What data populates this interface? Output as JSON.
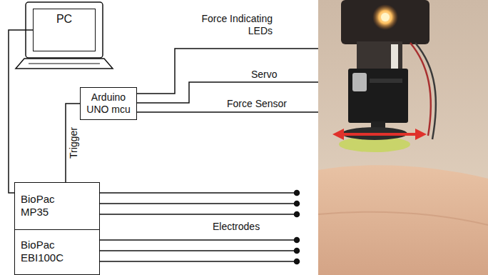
{
  "diagram": {
    "nodes": [
      {
        "text": [
          "PC"
        ]
      },
      {
        "text": [
          "Arduino UNO mcu"
        ]
      },
      {
        "text": [
          "BioPac MP35"
        ]
      },
      {
        "text": [
          "BioPac EBI100C"
        ]
      }
    ],
    "edges": [
      {
        "from": 0,
        "to": 2,
        "arrow": "none"
      },
      {
        "from": 1,
        "to": 2,
        "label": "Trigger",
        "arrow": "none"
      }
    ],
    "labels": [
      "Force Indicating LEDs",
      "Servo",
      "Force Sensor",
      "Electrodes"
    ]
  }
}
